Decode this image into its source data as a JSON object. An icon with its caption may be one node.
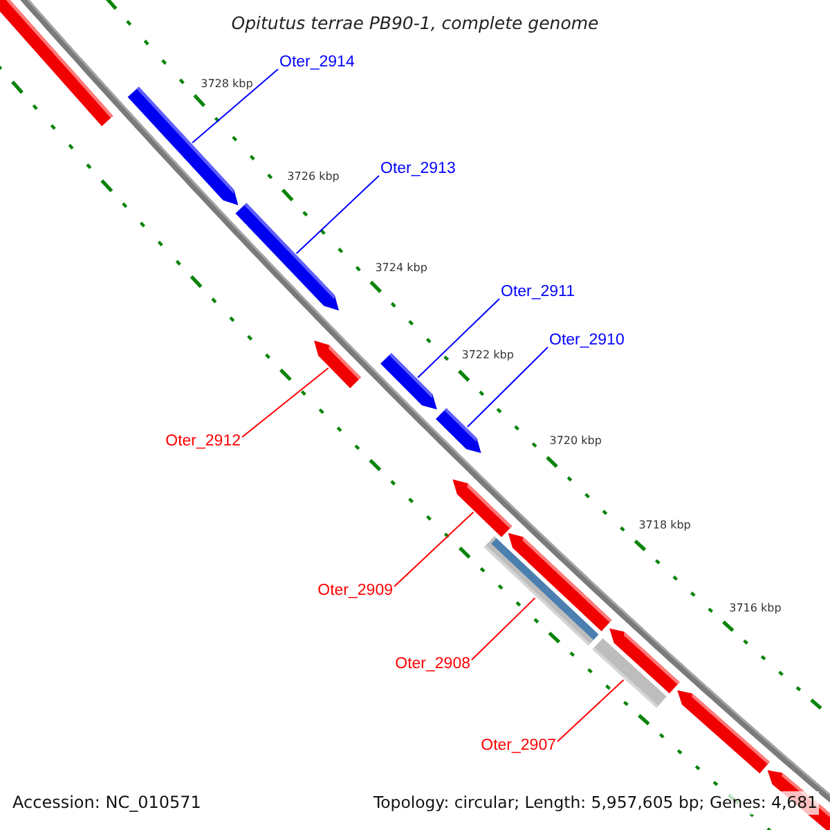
{
  "diagram": {
    "title": "Opitutus terrae PB90-1, complete genome",
    "nodes": [
      {
        "text": [],
        "shape": "arrow"
      },
      {
        "text": [
          "Oter_2914"
        ]
      },
      {
        "text": [],
        "shape": "arrow"
      },
      {
        "text": [
          "Oter_2913"
        ]
      },
      {
        "text": [],
        "shape": "arrow"
      },
      {
        "text": [
          "Oter_2912"
        ]
      },
      {
        "text": [],
        "shape": "arrow"
      },
      {
        "text": [
          "Oter_2911"
        ]
      },
      {
        "text": [],
        "shape": "arrow"
      },
      {
        "text": [
          "Oter_2910"
        ]
      },
      {
        "text": [],
        "shape": "arrow"
      },
      {
        "text": [
          "Oter_2909"
        ]
      },
      {
        "text": [],
        "shape": "arrow"
      },
      {
        "text": [],
        "shape": "arrow"
      },
      {
        "text": [
          "Oter_2908"
        ]
      },
      {
        "text": [],
        "shape": "bar"
      },
      {
        "text": [],
        "shape": "arrow"
      },
      {
        "text": [
          "Oter_2907"
        ]
      },
      {
        "text": [],
        "shape": "bar"
      },
      {
        "text": [],
        "shape": "arrow"
      },
      {
        "text": [],
        "shape": "arrow"
      }
    ],
    "edges": [
      {
        "from": 1,
        "to": 2,
        "arrow": "none",
        "color": "#0000ff"
      },
      {
        "from": 3,
        "to": 4,
        "arrow": "none",
        "color": "#0000ff"
      },
      {
        "from": 5,
        "to": 6,
        "arrow": "none",
        "color": "#ff0000"
      },
      {
        "from": 7,
        "to": 8,
        "arrow": "none",
        "color": "#0000ff"
      },
      {
        "from": 9,
        "to": 10,
        "arrow": "none",
        "color": "#0000ff"
      },
      {
        "from": 11,
        "to": 12,
        "arrow": "none",
        "color": "#ff0000"
      },
      {
        "from": 14,
        "to": 15,
        "arrow": "none",
        "color": "#ff0000"
      },
      {
        "from": 17,
        "to": 18,
        "arrow": "none",
        "color": "#ff0000"
      }
    ],
    "labels": [
      "3728 kbp",
      "3726 kbp",
      "3724 kbp",
      "3722 kbp",
      "3720 kbp",
      "3718 kbp",
      "3716 kbp",
      "Accession: NC_010571",
      "Topology: circular; Length: 5,957,605 bp; Genes: 4,681"
    ]
  }
}
